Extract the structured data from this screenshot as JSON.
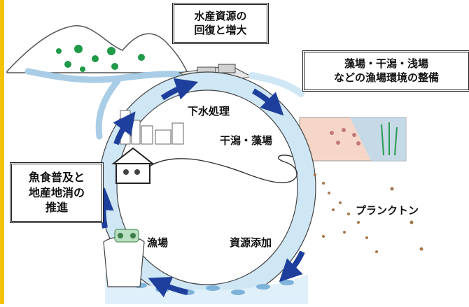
{
  "boxes": {
    "restore": [
      "水産資源の",
      "回復と増大"
    ],
    "habitat": [
      "藻場・干潟・浅場",
      "などの漁場環境の整備"
    ],
    "promote": [
      "魚食普及と",
      "地産地消の",
      "推進"
    ]
  },
  "labels": {
    "sewage": "下水処理",
    "tidal": "干潟・藻場",
    "plankton": "プランクトン",
    "addition": "資源添加",
    "fishery": "漁場"
  },
  "colors": {
    "arrow": "#1f3f9c",
    "ring": "#cfe6f5",
    "sea": "#dff0fb",
    "river": "#a9cde6",
    "tidal_flat": "#f6d7c7",
    "accent": "#f4c20d"
  }
}
